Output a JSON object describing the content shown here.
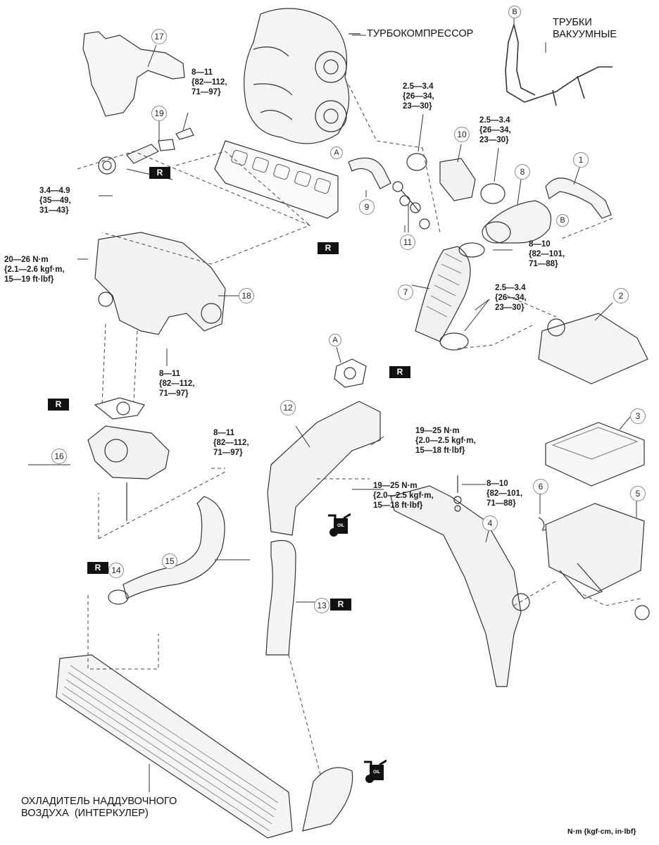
{
  "titles": {
    "turbo": "ТУРБОКОМПРЕССОР",
    "vacuum_tubes": "ТРУБКИ\nВАКУУМНЫЕ",
    "intercooler": "ОХЛАДИТЕЛЬ НАДДУВОЧНОГО\nВОЗДУХА  (ИНТЕРКУЛЕР)"
  },
  "units_note": "N·m {kgf·cm, in·lbf}",
  "torque_specs": {
    "t17": "8—11\n{82—112,\n71—97}",
    "t_stud": "3.4—4.9\n{35—49,\n31—43}",
    "t_bolt_manifold": "20—26 N·m\n{2.1—2.6 kgf·m,\n15—19 ft·lbf}",
    "t_clamp_a": "2.5—3.4\n{26—34,\n23—30}",
    "t_clamp_b": "2.5—3.4\n{26—34,\n23—30}",
    "t_clamp_c": "2.5—3.4\n{26—34,\n23—30}",
    "t8_nut": "8—10\n{82—101,\n71—88}",
    "t_stud_lower": "8—11\n{82—112,\n71—97}",
    "t16_bolt": "8—11\n{82—112,\n71—97}",
    "t12_nut_a": "19—25 N·m\n{2.0—2.5 kgf·m,\n15—18 ft·lbf}",
    "t12_nut_b": "19—25 N·m\n{2.0—2.5 kgf·m,\n15—18 ft·lbf}",
    "t4_bolt": "8—10\n{82—101,\n71—88}"
  },
  "callouts": [
    "1",
    "2",
    "3",
    "4",
    "5",
    "6",
    "7",
    "8",
    "9",
    "10",
    "11",
    "12",
    "13",
    "14",
    "15",
    "16",
    "17",
    "18",
    "19"
  ],
  "refs": {
    "A": "A",
    "B": "B"
  },
  "replace_badge": "R",
  "oil_label": "OIL"
}
